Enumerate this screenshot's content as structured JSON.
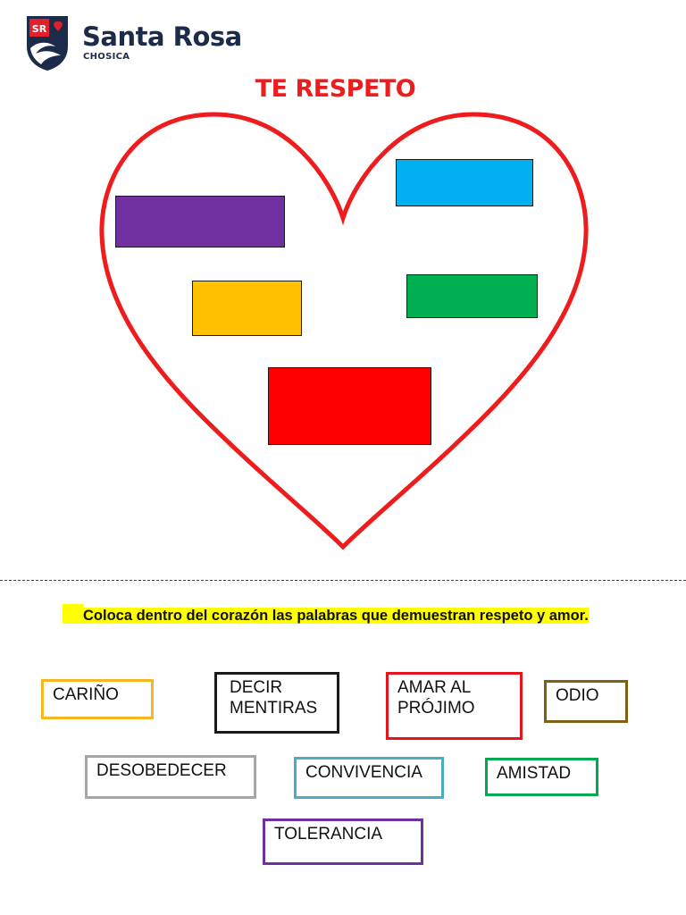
{
  "header": {
    "logo_text": "SR",
    "brand_name": "Santa Rosa",
    "brand_sub": "CHOSICA",
    "brand_color": "#1c2b4a"
  },
  "title": "TE RESPETO",
  "heart": {
    "outline_color": "#ee1c1c",
    "slot_colors": [
      "#7030a0",
      "#00b0f0",
      "#ffc000",
      "#00b050",
      "#ff0000"
    ]
  },
  "instruction": {
    "text_part1": "Coloca dentro del corazón",
    "text_part2": "las palabras que demuestran respeto y amor.",
    "highlight_color": "#ffff00"
  },
  "words": [
    {
      "label": "CARIÑO",
      "border_color": "#f6b622"
    },
    {
      "label": "DECIR\nMENTIRAS",
      "border_color": "#1a1a1a"
    },
    {
      "label": "AMAR AL\nPRÓJIMO",
      "border_color": "#e8141c"
    },
    {
      "label": "ODIO",
      "border_color": "#7f6013"
    },
    {
      "label": "DESOBEDECER",
      "border_color": "#a6a6a6"
    },
    {
      "label": "CONVIVENCIA",
      "border_color": "#4bacc6"
    },
    {
      "label": "AMISTAD",
      "border_color": "#00a84f"
    },
    {
      "label": "TOLERANCIA",
      "border_color": "#7030a0"
    }
  ]
}
